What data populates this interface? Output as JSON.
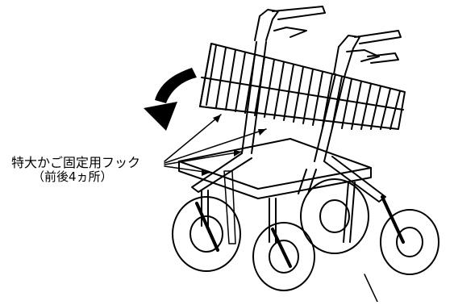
{
  "figure": {
    "callout_label": "特大かご固定用フック",
    "callout_sublabel": "（前後4ヵ所）"
  },
  "colors": {
    "ink": "#000000",
    "background": "#ffffff"
  },
  "icons": {
    "rotation_arrow": "curved-arrow-down-left"
  }
}
